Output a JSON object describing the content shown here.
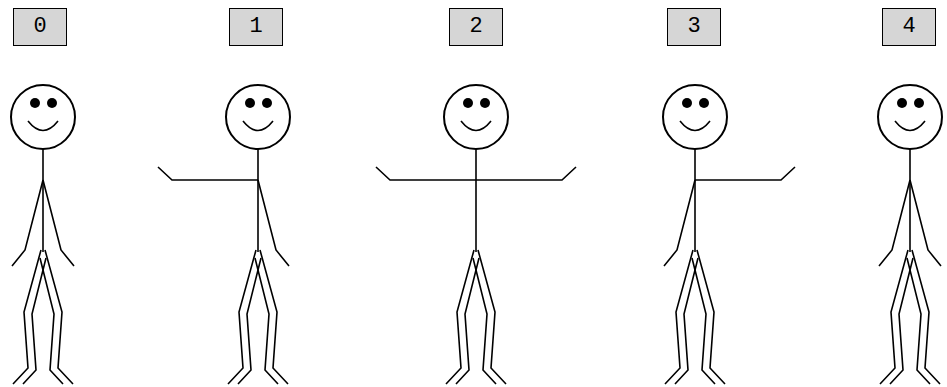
{
  "diagram": {
    "nodes": [
      {
        "text": [
          "0"
        ]
      },
      {
        "text": [
          "1"
        ]
      },
      {
        "text": [
          "2"
        ]
      },
      {
        "text": [
          "3"
        ]
      },
      {
        "text": [
          "4"
        ]
      }
    ]
  }
}
